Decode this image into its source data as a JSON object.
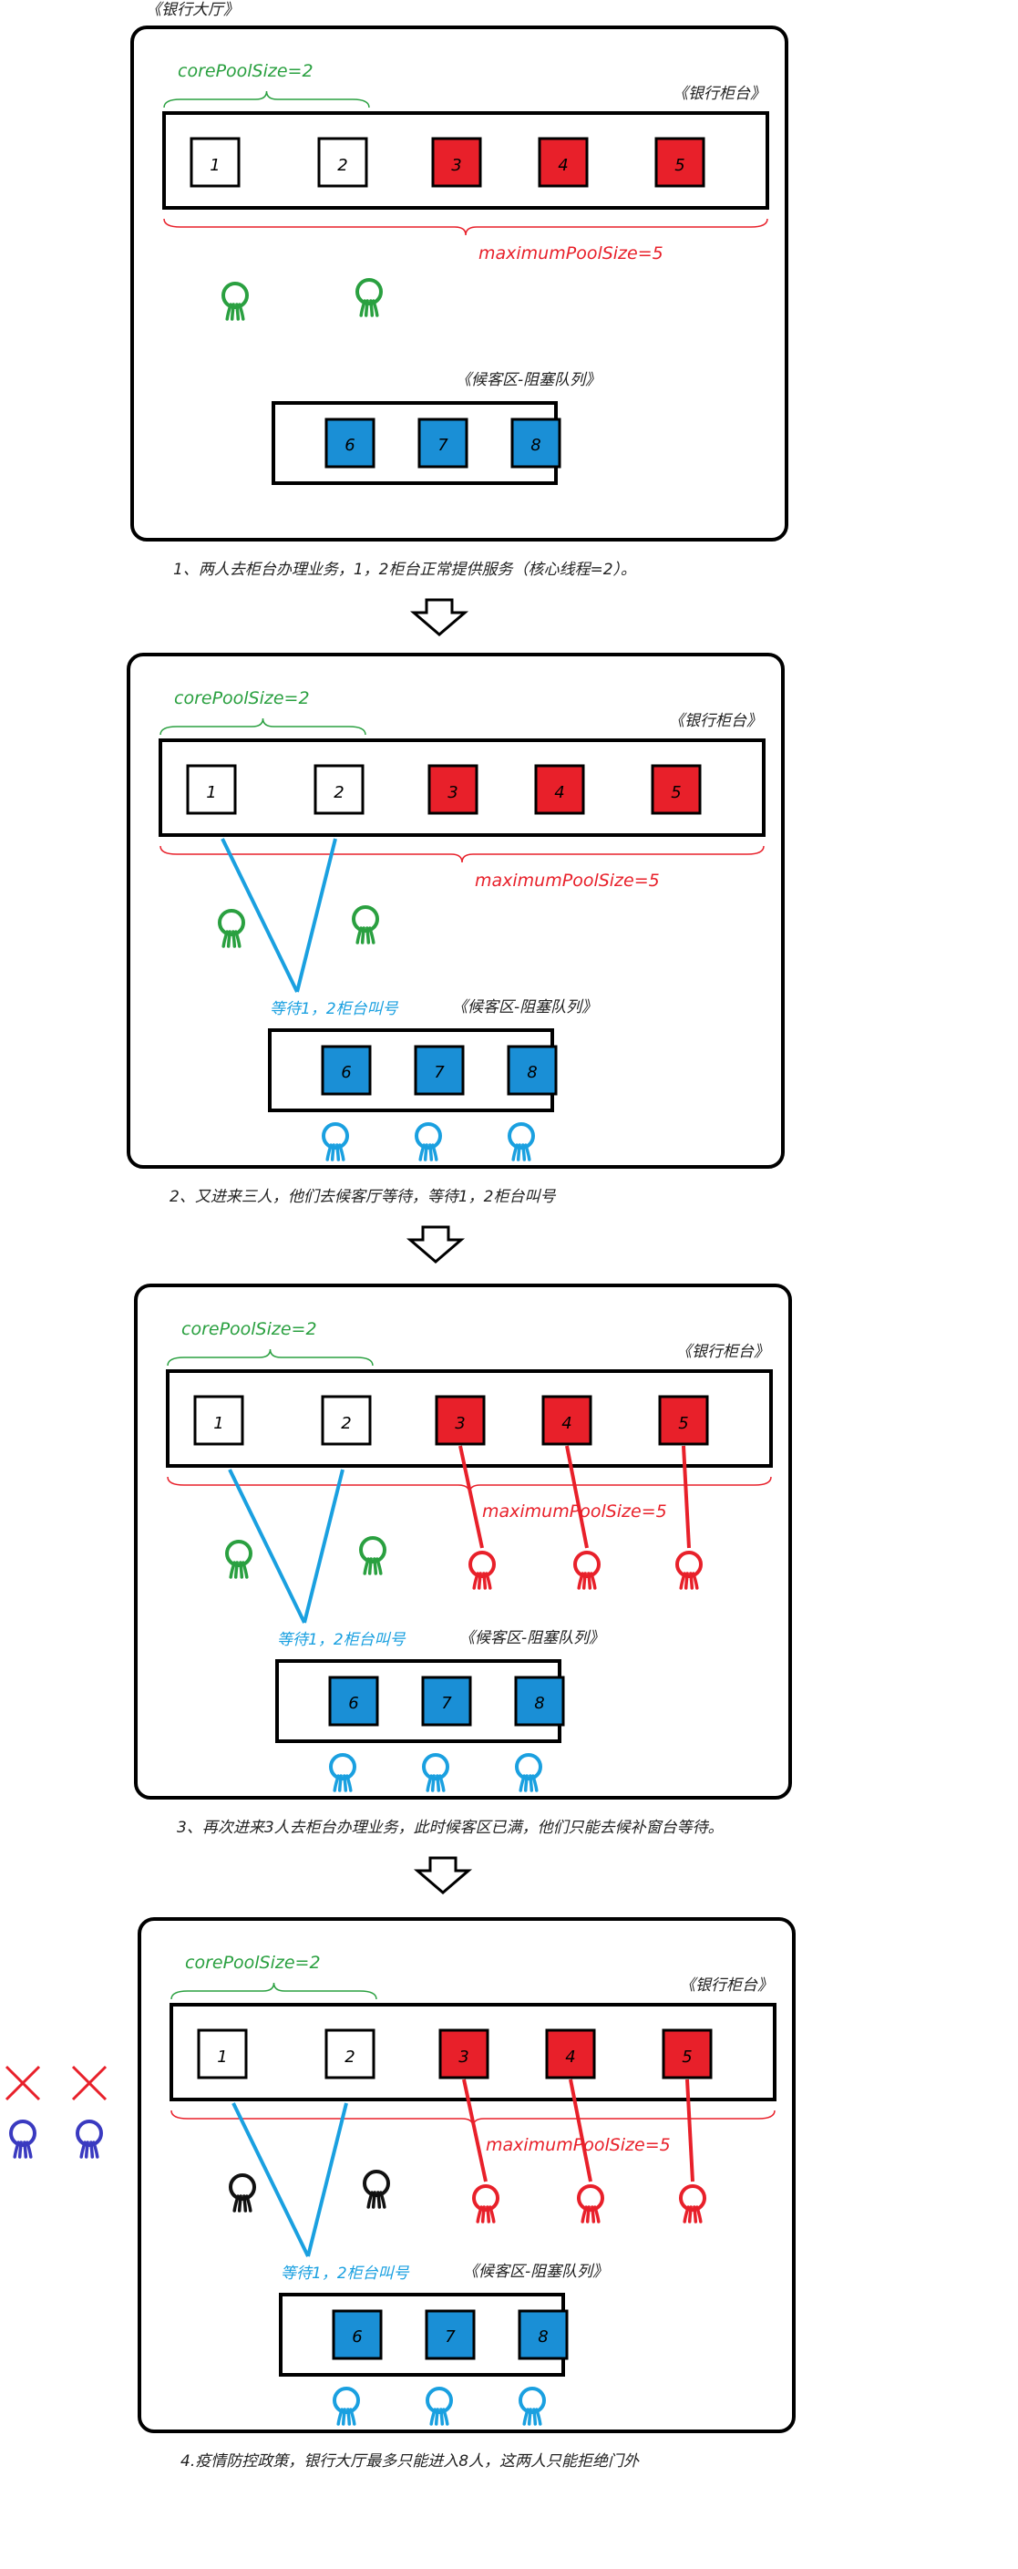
{
  "title": "《银行大厅》",
  "labels": {
    "core": "corePoolSize=2",
    "max": "maximumPoolSize=5",
    "counter": "《银行柜台》",
    "queue": "《候客区-阻塞队列》",
    "wait": "等待1，2柜台叫号"
  },
  "counters": [
    "1",
    "2",
    "3",
    "4",
    "5"
  ],
  "queue_slots": [
    "6",
    "7",
    "8"
  ],
  "captions": [
    "1、两人去柜台办理业务，1，2柜台正常提供服务（核心线程=2）。",
    "2、又进来三人，他们去候客厅等待，等待1，2柜台叫号",
    "3、再次进来3人去柜台办理业务，此时候客区已满，他们只能去候补窗台等待。",
    "4.疫情防控政策，银行大厅最多只能进入8人，这两人只能拒绝门外"
  ],
  "colors": {
    "core": "#ffffff",
    "max": "#e8202a",
    "queue": "#1a8fd6",
    "green": "#2aa040",
    "cyan": "#1aa0e0",
    "red": "#e8202a",
    "black": "#111111",
    "rejected": "#3a3ac0"
  }
}
